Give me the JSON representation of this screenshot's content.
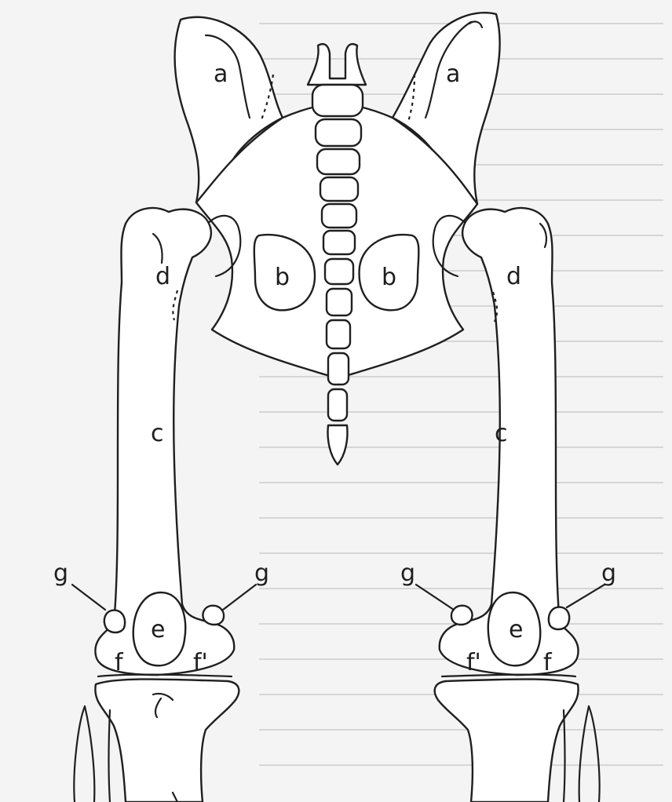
{
  "labels": {
    "a_left": "a",
    "a_right": "a",
    "b_left": "b",
    "b_right": "b",
    "c_left": "c",
    "c_right": "c",
    "d_left": "d",
    "d_right": "d",
    "e_left": "e",
    "e_right": "e",
    "f_left_outer": "f",
    "f_left_inner": "f'",
    "f_right_inner": "f'",
    "f_right_outer": "f",
    "g_left_outer": "g",
    "g_left_inner": "g",
    "g_right_inner": "g",
    "g_right_outer": "g"
  },
  "colors": {
    "line": "#1f1f1f",
    "paper": "#f4f4f4",
    "bone_fill": "#ffffff"
  }
}
